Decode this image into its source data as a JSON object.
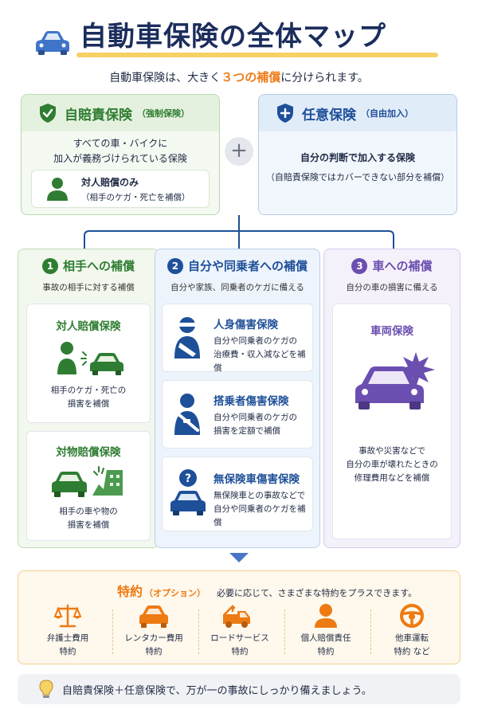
{
  "header": {
    "title": "自動車保険の全体マップ",
    "subtitle_pre": "自動車保険は、大きく",
    "subtitle_highlight": "３つの補償",
    "subtitle_post": "に分けられます。"
  },
  "jibai": {
    "title": "自賠責保険",
    "tag": "（強制保険）",
    "desc_line1": "すべての車・バイクに",
    "desc_line2": "加入が義務づけられている保険",
    "inner_title": "対人賠償のみ",
    "inner_sub": "（相手のケガ・死亡を補償）"
  },
  "plus_symbol": "+",
  "nini": {
    "title": "任意保険",
    "tag": "（自由加入）",
    "desc_line1": "自分の判断で加入する保険",
    "desc_line2": "（自賠責保険ではカバーできない部分を補償）"
  },
  "columns": [
    {
      "num": "1",
      "title": "相手への補償",
      "subtitle": "事故の相手に対する補償",
      "cards": [
        {
          "title": "対人賠償保険",
          "line1": "相手のケガ・死亡の",
          "line2": "損害を補償"
        },
        {
          "title": "対物賠償保険",
          "line1": "相手の車や物の",
          "line2": "損害を補償"
        }
      ]
    },
    {
      "num": "2",
      "title": "自分や同乗者への補償",
      "subtitle": "自分や家族、同乗者のケガに備える",
      "cards": [
        {
          "title": "人身傷害保険",
          "line1": "自分や同乗者のケガの",
          "line2": "治療費・収入減などを補償"
        },
        {
          "title": "搭乗者傷害保険",
          "line1": "自分や同乗者のケガの",
          "line2": "損害を定額で補償"
        },
        {
          "title": "無保険車傷害保険",
          "line1": "無保険車との事故などで",
          "line2": "自分や同乗者のケガを補償"
        }
      ]
    },
    {
      "num": "3",
      "title": "車への補償",
      "subtitle": "自分の車の損害に備える",
      "cards": [
        {
          "title": "車両保険",
          "line1": "事故や災害などで",
          "line2": "自分の車が壊れたときの",
          "line3": "修理費用などを補償"
        }
      ]
    }
  ],
  "options": {
    "title": "特約",
    "tag": "（オプション）",
    "desc": "必要に応じて、さまざまな特約をプラスできます。",
    "items": [
      {
        "line1": "弁護士費用",
        "line2": "特約",
        "icon": "scale-icon"
      },
      {
        "line1": "レンタカー費用",
        "line2": "特約",
        "icon": "rental-car-icon"
      },
      {
        "line1": "ロードサービス",
        "line2": "特約",
        "icon": "tow-truck-icon"
      },
      {
        "line1": "個人賠償責任",
        "line2": "特約",
        "icon": "person-icon"
      },
      {
        "line1": "他車運転",
        "line2": "特約 など",
        "icon": "steering-wheel-icon"
      }
    ]
  },
  "footer": {
    "text": "自賠責保険＋任意保険で、万が一の事故にしっかり備えましょう。"
  },
  "colors": {
    "green": "#2f7d32",
    "blue": "#1e4f99",
    "purple": "#6b4fb0",
    "orange": "#ee7a12",
    "navy": "#1b2d5c"
  }
}
